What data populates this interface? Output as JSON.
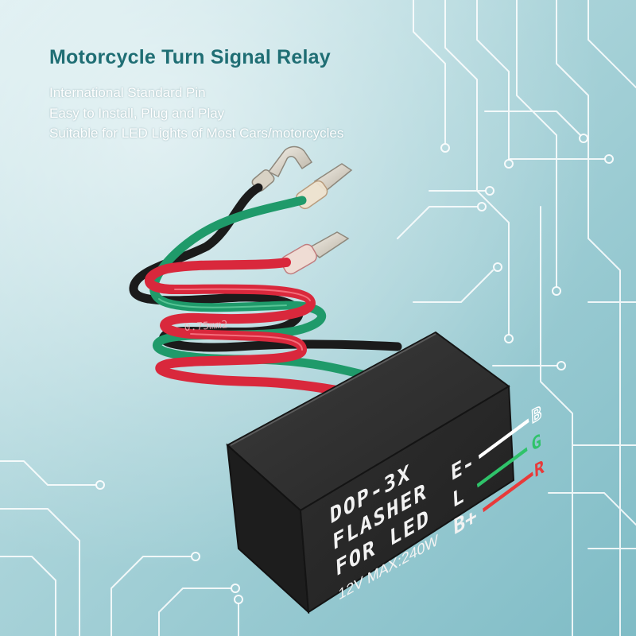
{
  "title": "Motorcycle Turn Signal Relay",
  "features": [
    "International Standard Pin",
    "Easy to Install, Plug and Play",
    "Suitable for LED Lights of Most Cars/motorcycles"
  ],
  "relay_label": {
    "model": "DOP-3X",
    "line2": "FLASHER",
    "line3": "FOR LED",
    "rating": "12V MAX:240W",
    "pins": [
      {
        "name": "E-",
        "letter": "B"
      },
      {
        "name": "L",
        "letter": "G"
      },
      {
        "name": "B+",
        "letter": "R"
      }
    ]
  },
  "wire_print": "0.75mm2",
  "colors": {
    "title": "#1f6e74",
    "feature_text": "#ffffff",
    "wire_red": "#d9283c",
    "wire_green": "#1f9a6a",
    "wire_black": "#1b1b1b",
    "relay_body": "#2b2b2b",
    "pin_black": "#ffffff",
    "pin_green": "#2fc36a",
    "pin_red": "#e83a3a",
    "background": "#aed6dc",
    "circuit_lines": "#ffffff"
  }
}
